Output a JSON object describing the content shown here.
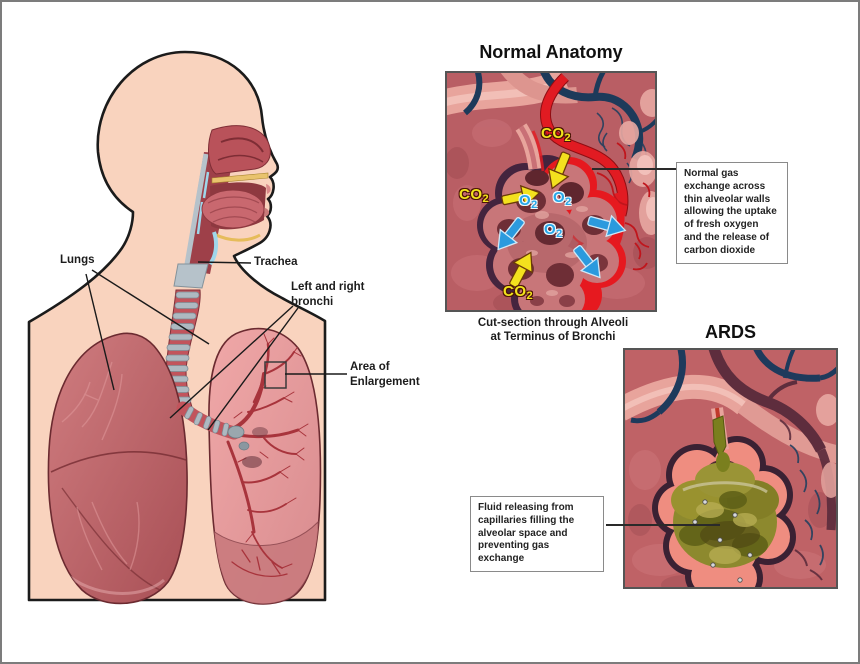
{
  "torso": {
    "labels": {
      "lungs": "Lungs",
      "trachea": "Trachea",
      "bronchi": "Left and right\nbronchi",
      "area_of_enlargement": "Area of\nEnlargement"
    }
  },
  "normal_panel": {
    "title": "Normal Anatomy",
    "caption": "Cut-section through Alveoli\nat Terminus of Bronchi",
    "callout": "Normal gas\nexchange across\nthin alveolar walls\nallowing the uptake\nof fresh oxygen\nand the release of\ncarbon dioxide",
    "gas": {
      "co2": "CO",
      "o2": "O",
      "subscript": "2"
    }
  },
  "ards_panel": {
    "title": "ARDS",
    "callout": "Fluid releasing from\ncapillaries filling the\nalveolar space and\npreventing gas exchange"
  },
  "colors": {
    "skin": "#f9d3be",
    "artery_red": "#e11b22",
    "vein_navy": "#1d3a5a",
    "co2_yellow": "#f2e41c",
    "o2_blue": "#27a7e8",
    "fluid_olive": "#8d892e"
  }
}
